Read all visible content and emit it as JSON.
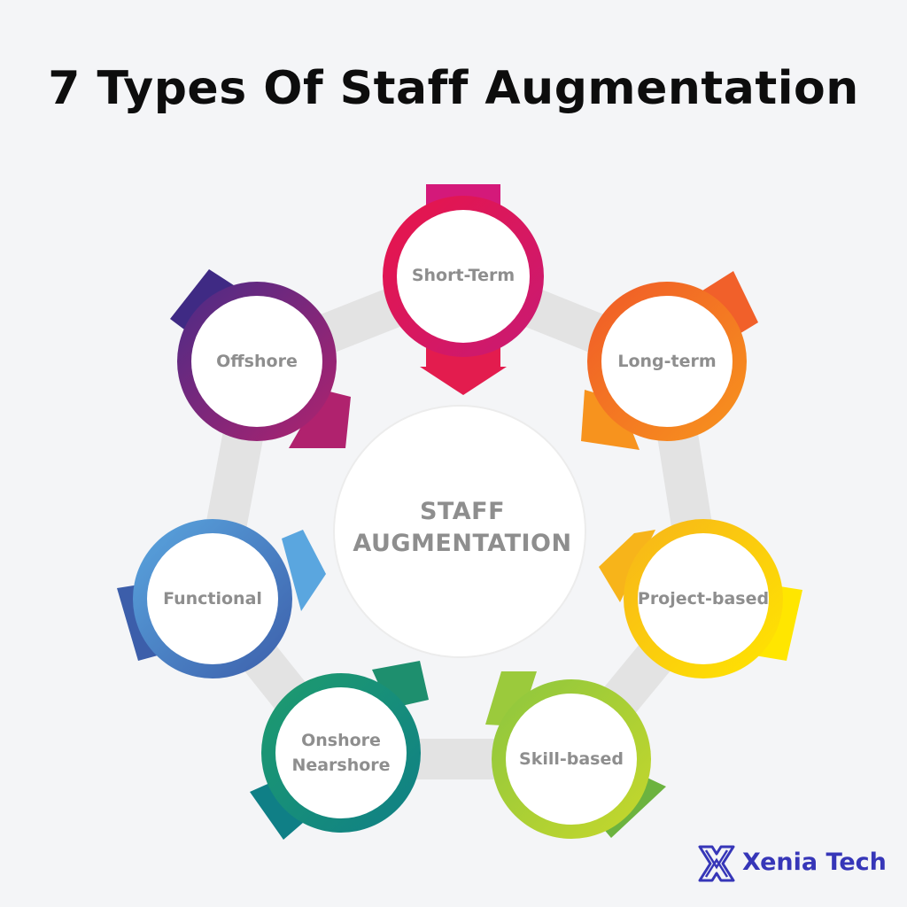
{
  "title": "7 Types Of Staff Augmentation",
  "center": {
    "line1": "STAFF",
    "line2": "AUGMENTATION"
  },
  "nodes": [
    {
      "label": "Short-Term",
      "colors": [
        "#e8154a",
        "#c81a74"
      ]
    },
    {
      "label": "Long-term",
      "colors": [
        "#f05a28",
        "#f7941d"
      ]
    },
    {
      "label": "Project-based",
      "colors": [
        "#f7b41a",
        "#ffe600"
      ]
    },
    {
      "label": "Skill-based",
      "colors": [
        "#8cc63f",
        "#c7d82b"
      ]
    },
    {
      "label": "Onshore Nearshore",
      "colors": [
        "#1e9c6e",
        "#0f7f86"
      ]
    },
    {
      "label": "Functional",
      "colors": [
        "#5aa6df",
        "#3c5eaa"
      ]
    },
    {
      "label": "Offshore",
      "colors": [
        "#4a2c87",
        "#b0226e"
      ]
    }
  ],
  "logo": {
    "text": "Xenia Tech",
    "color": "#3636b8"
  }
}
